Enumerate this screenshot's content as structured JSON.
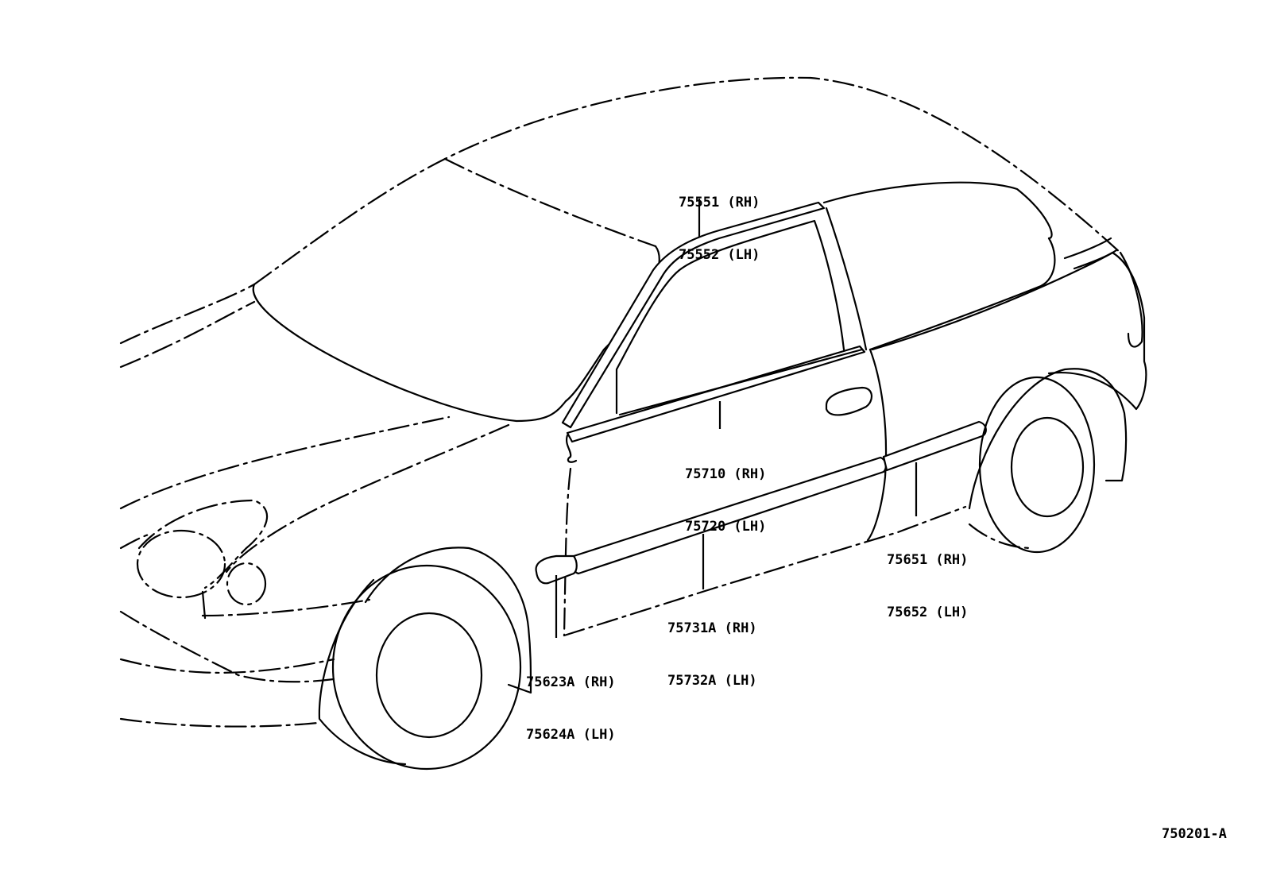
{
  "callouts": {
    "drip_rail": {
      "rh": "75551 (RH)",
      "lh": "75552 (LH)"
    },
    "belt_molding": {
      "rh": "75710 (RH)",
      "lh": "75720 (LH)"
    },
    "rear_door_side_molding": {
      "rh": "75651 (RH)",
      "lh": "75652 (LH)"
    },
    "door_side_molding": {
      "rh": "75731A (RH)",
      "lh": "75732A (LH)"
    },
    "front_fender_molding": {
      "rh": "75623A (RH)",
      "lh": "75624A (LH)"
    }
  },
  "diagram_code": "750201-A"
}
